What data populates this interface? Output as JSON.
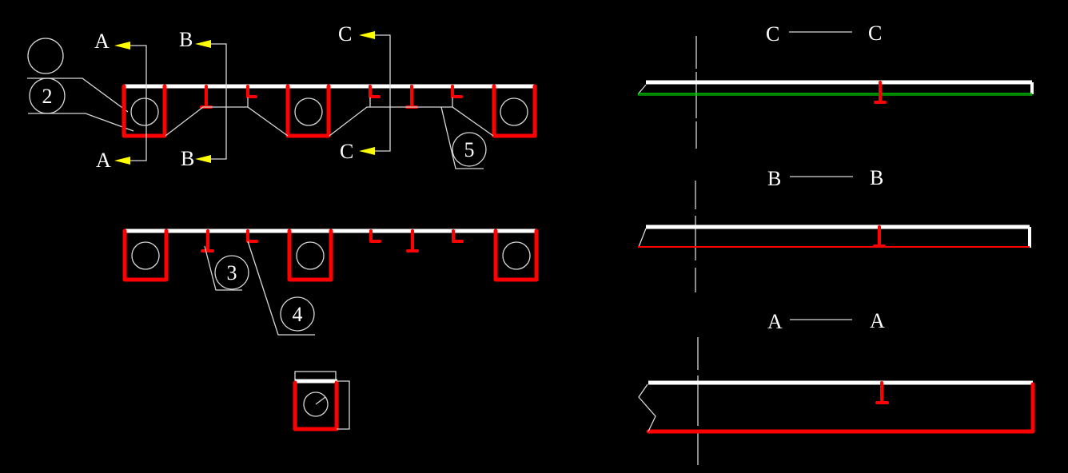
{
  "drawing": {
    "background": "#000000",
    "colors": {
      "outline": "#ffffff",
      "steel": "#ff0000",
      "section_arrow": "#ffff00",
      "reference_line": "#00c800"
    },
    "section_markers": [
      {
        "id": "A",
        "top_label": "A",
        "bottom_label": "A"
      },
      {
        "id": "B",
        "top_label": "B",
        "bottom_label": "B"
      },
      {
        "id": "C",
        "top_label": "C",
        "bottom_label": "C"
      }
    ],
    "callouts": [
      {
        "id": "2",
        "text": "2"
      },
      {
        "id": "3",
        "text": "3"
      },
      {
        "id": "4",
        "text": "4"
      },
      {
        "id": "5",
        "text": "5"
      }
    ],
    "sections": [
      {
        "id": "C",
        "left": "C",
        "right": "C"
      },
      {
        "id": "B",
        "left": "B",
        "right": "B"
      },
      {
        "id": "A",
        "left": "A",
        "right": "A"
      }
    ]
  }
}
